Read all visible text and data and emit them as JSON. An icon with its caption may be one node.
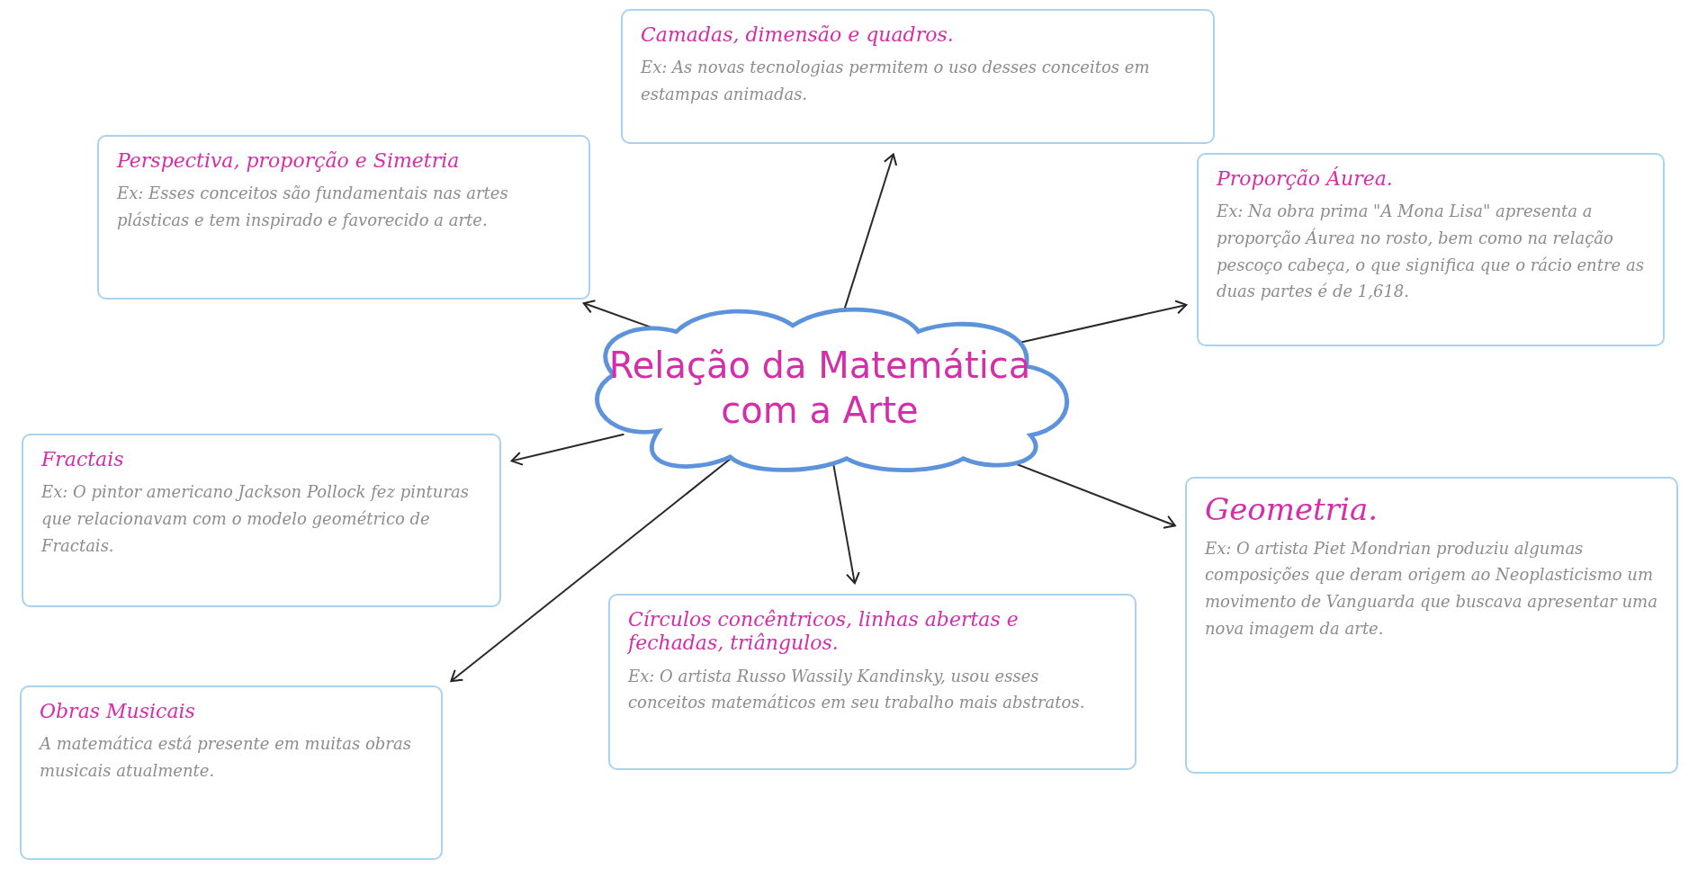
{
  "diagram": {
    "nodes": [
      {
        "text": [
          "Relação da Matemática com a Arte"
        ]
      },
      {
        "text": [
          "Camadas, dimensão e quadros.",
          "Ex: As novas tecnologias permitem o uso desses conceitos em estampas animadas."
        ]
      },
      {
        "text": [
          "Perspectiva, proporção e Simetria",
          "Ex: Esses conceitos são fundamentais nas artes plásticas e tem inspirado e favorecido a arte."
        ]
      },
      {
        "text": [
          "Proporção Áurea.",
          "Ex: Na obra prima \"A Mona Lisa\" apresenta a proporção Áurea no rosto, bem como na relação pescoço cabeça, o que significa que o rácio entre as duas partes é de 1,618."
        ]
      },
      {
        "text": [
          "Fractais",
          "Ex: O pintor americano Jackson Pollock fez pinturas que relacionavam com o modelo geométrico de Fractais."
        ]
      },
      {
        "text": [
          "Geometria.",
          "Ex: O artista Piet Mondrian produziu algumas composições que deram origem ao Neoplasticismo um movimento de Vanguarda que buscava apresentar uma nova imagem da arte."
        ]
      },
      {
        "text": [
          "Círculos concêntricos, linhas abertas e fechadas, triângulos.",
          "Ex: O artista Russo Wassily Kandinsky, usou esses conceitos matemáticos em seu trabalho mais abstratos."
        ]
      },
      {
        "text": [
          "Obras Musicais",
          "A matemática está presente em muitas obras musicais atualmente."
        ]
      }
    ],
    "edges": [
      {
        "from": 0,
        "to": 1,
        "arrow": "to"
      },
      {
        "from": 0,
        "to": 2,
        "arrow": "to"
      },
      {
        "from": 0,
        "to": 3,
        "arrow": "to"
      },
      {
        "from": 0,
        "to": 4,
        "arrow": "to"
      },
      {
        "from": 0,
        "to": 5,
        "arrow": "to"
      },
      {
        "from": 0,
        "to": 6,
        "arrow": "to"
      },
      {
        "from": 0,
        "to": 7,
        "arrow": "to"
      }
    ]
  }
}
